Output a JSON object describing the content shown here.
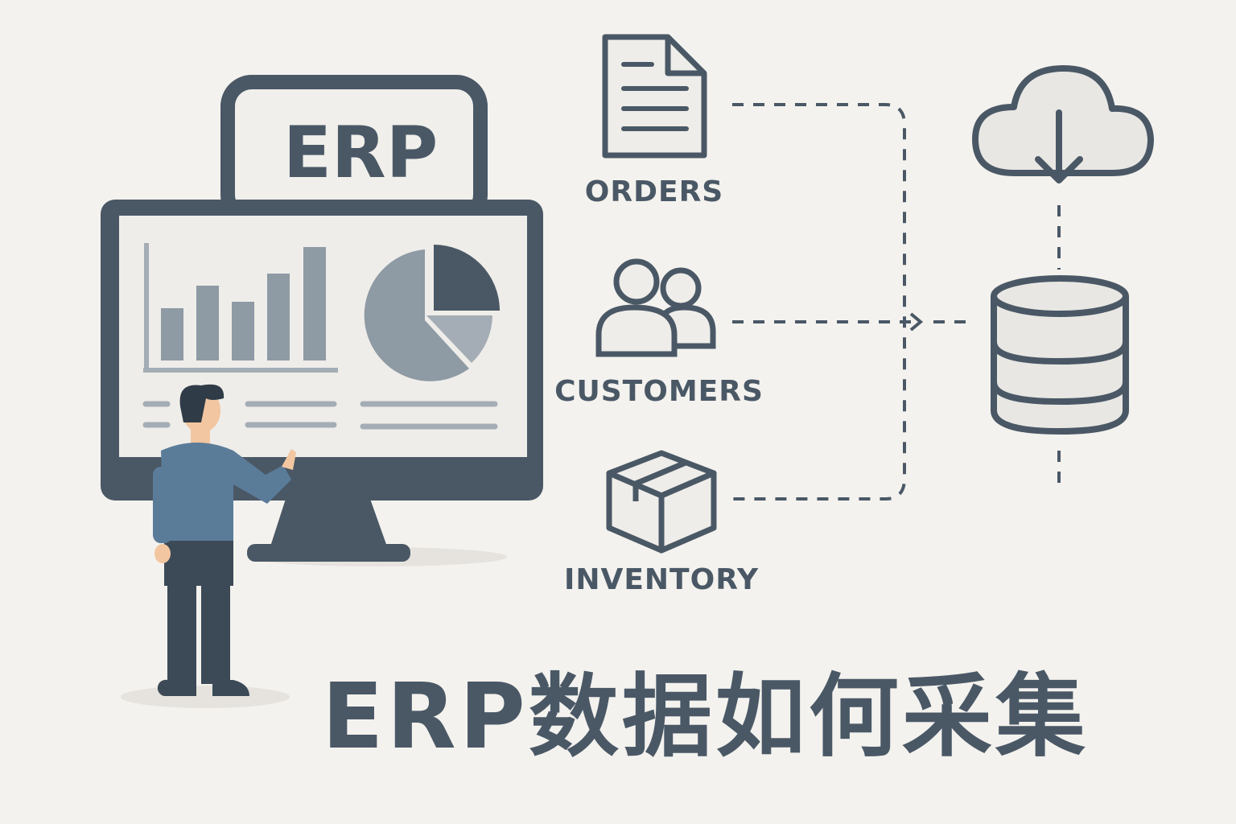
{
  "monitor": {
    "tab_label": "ERP"
  },
  "sources": [
    {
      "label": "ORDERS",
      "icon": "document-icon"
    },
    {
      "label": "CUSTOMERS",
      "icon": "users-icon"
    },
    {
      "label": "INVENTORY",
      "icon": "box-icon"
    }
  ],
  "targets": {
    "cloud_icon": "cloud-download-icon",
    "database_icon": "database-icon"
  },
  "title": "ERP数据如何采集",
  "colors": {
    "primary": "#4a5866",
    "background": "#f4f2ee",
    "fill": "#e9e7e3",
    "bars": "#8e9aa4",
    "shirt": "#5b7c99"
  }
}
